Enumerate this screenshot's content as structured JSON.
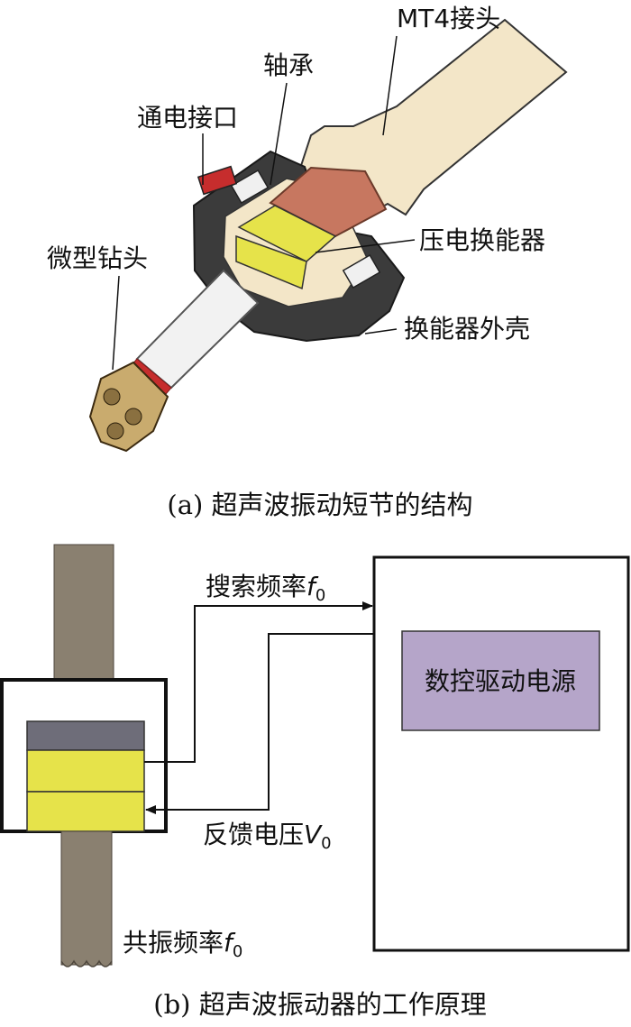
{
  "part_a": {
    "labels": {
      "mt4": "MT4接头",
      "bearing": "轴承",
      "power_port": "通电接口",
      "micro_bit": "微型钻头",
      "piezo": "压电换能器",
      "housing": "换能器外壳"
    },
    "caption": "(a) 超声波振动短节的结构"
  },
  "part_b": {
    "search_freq": "搜索频率",
    "search_var": "f",
    "search_sub": "0",
    "power_box": "数控驱动电源",
    "feedback": "反馈电压",
    "feedback_var": "V",
    "feedback_sub": "0",
    "resonance": "共振频率",
    "resonance_var": "f",
    "resonance_sub": "0",
    "caption": "(b) 超声波振动器的工作原理"
  },
  "colors": {
    "housing": "#3b3b3b",
    "adapter": "#f3e6c8",
    "copper": "#c77760",
    "piezo_yellow": "#e6e34a",
    "shaft": "#f2f2f2",
    "rod": "#8a8070",
    "mass_top": "#6e6d79",
    "power_fill": "#b5a5c9"
  }
}
